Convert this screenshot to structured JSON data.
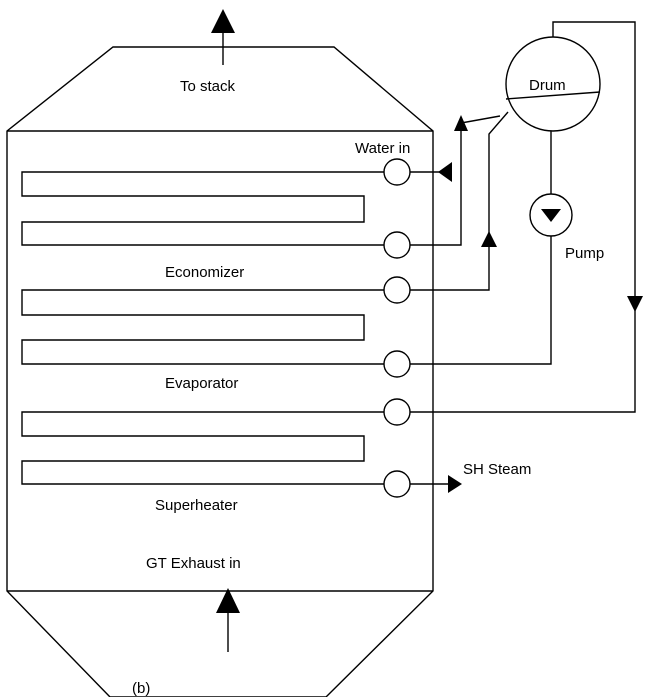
{
  "diagram": {
    "labels": {
      "to_stack": "To stack",
      "water_in": "Water in",
      "drum": "Drum",
      "pump": "Pump",
      "economizer": "Economizer",
      "evaporator": "Evaporator",
      "superheater": "Superheater",
      "sh_steam": "SH Steam",
      "gt_exhaust_in": "GT Exhaust in",
      "figure_tag": "(b)"
    },
    "colors": {
      "line": "#000000",
      "background": "#ffffff"
    }
  }
}
